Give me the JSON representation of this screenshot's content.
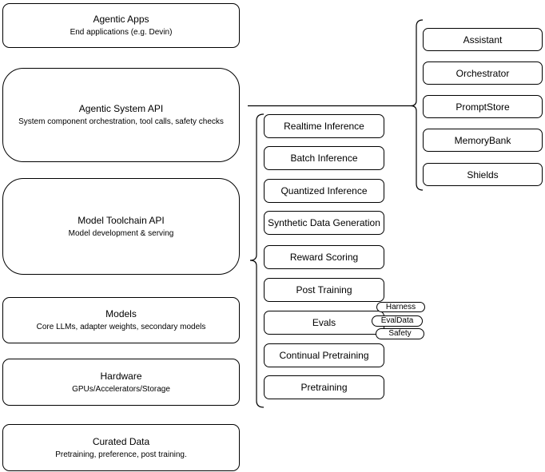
{
  "left": [
    {
      "title": "Agentic Apps",
      "subtitle": "End applications (e.g. Devin)"
    },
    {
      "title": "Agentic System API",
      "subtitle": "System component orchestration, tool calls, safety checks"
    },
    {
      "title": "Model Toolchain API",
      "subtitle": "Model development & serving"
    },
    {
      "title": "Models",
      "subtitle": "Core LLMs, adapter weights, secondary models"
    },
    {
      "title": "Hardware",
      "subtitle": "GPUs/Accelerators/Storage"
    },
    {
      "title": "Curated Data",
      "subtitle": "Pretraining, preference, post training."
    }
  ],
  "toolchain": {
    "items": [
      "Realtime Inference",
      "Batch Inference",
      "Quantized Inference",
      "Synthetic Data Generation",
      "Reward Scoring",
      "Post Training",
      "Evals",
      "Continual Pretraining",
      "Pretraining"
    ]
  },
  "evals_tags": [
    "Harness",
    "EvalData",
    "Safety"
  ],
  "system_components": [
    "Assistant",
    "Orchestrator",
    "PromptStore",
    "MemoryBank",
    "Shields"
  ],
  "colors": {
    "stroke": "#000000",
    "background": "#ffffff",
    "text": "#000000"
  }
}
